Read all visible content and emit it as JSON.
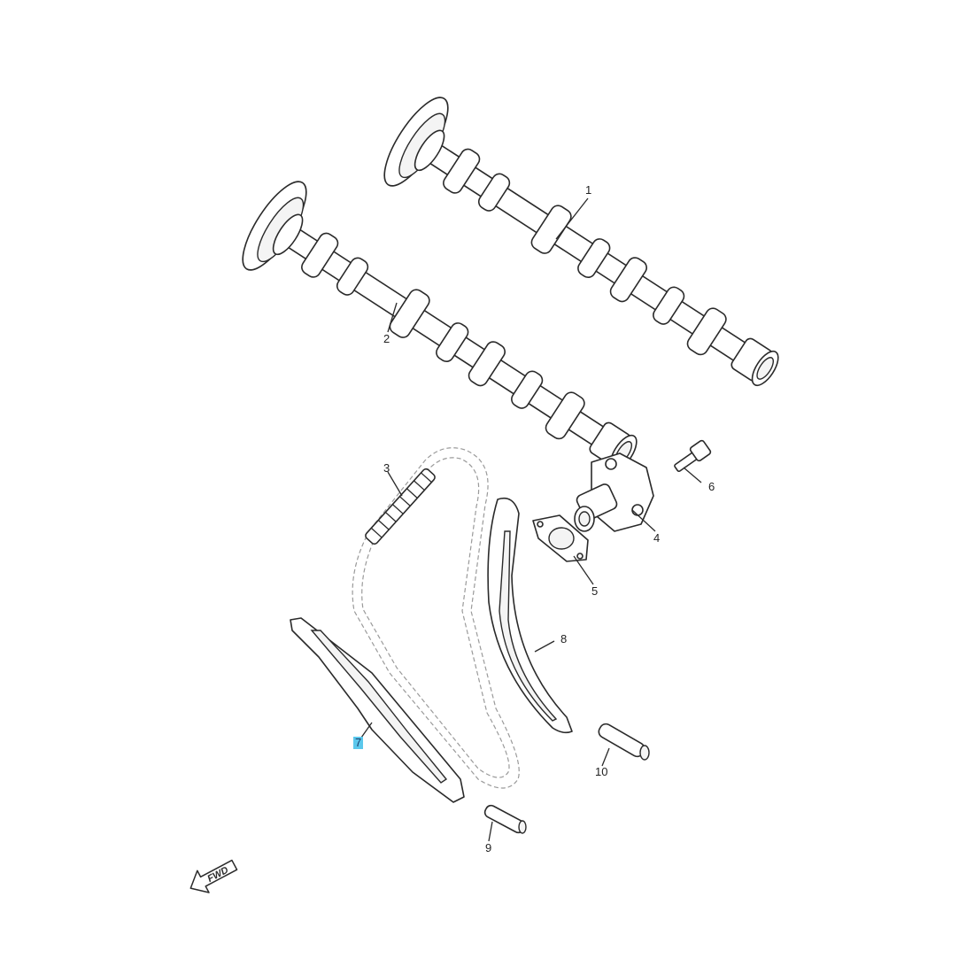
{
  "diagram": {
    "callouts": {
      "c1": "1",
      "c2": "2",
      "c3": "3",
      "c4": "4",
      "c5": "5",
      "c6": "6",
      "c7": "7",
      "c8": "8",
      "c9": "9",
      "c10": "10"
    },
    "highlight_color": "#5bc8ec",
    "fwd_label": "FWD"
  }
}
